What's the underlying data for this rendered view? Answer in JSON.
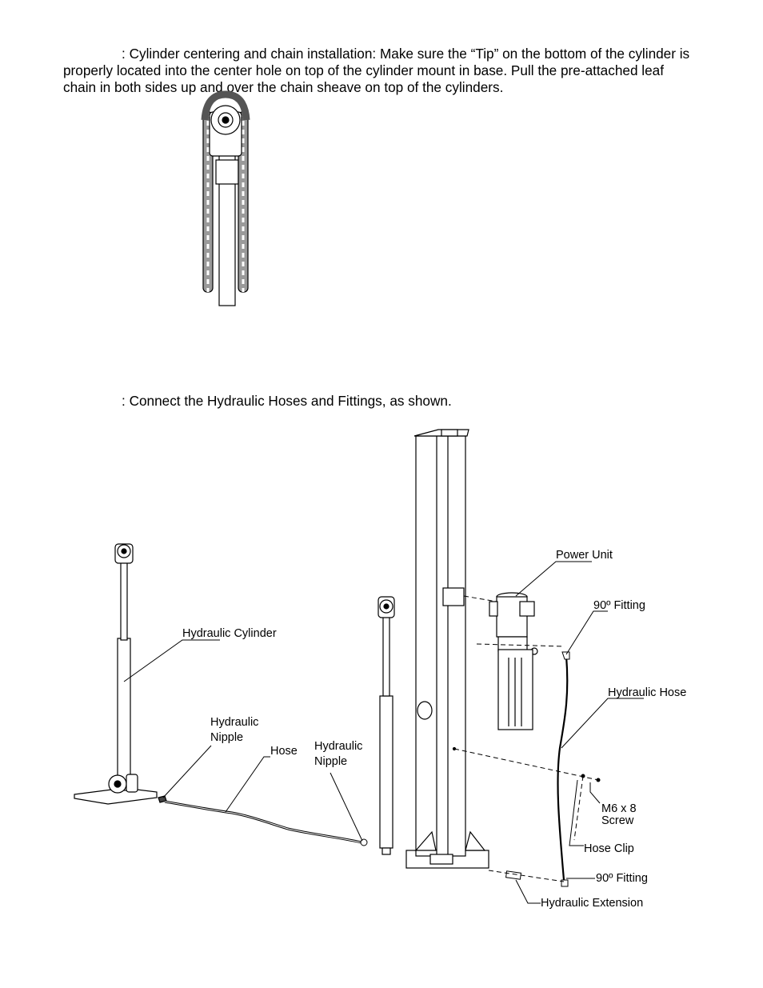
{
  "instructions": {
    "step1": "Cylinder centering and chain installation:  Make sure the “Tip” on the bottom of the cylinder is properly located into the center hole on top of the cylinder mount in base. Pull the pre-attached leaf chain in both sides up and over the chain sheave on top of the cylinders.",
    "step2": "Connect the Hydraulic Hoses and Fittings, as shown."
  },
  "labels": {
    "power_unit": "Power Unit",
    "fitting_top": "90º Fitting",
    "hydraulic_hose": "Hydraulic Hose",
    "screw_line1": "M6 x 8",
    "screw_line2": "Screw",
    "hose_clip": "Hose Clip",
    "fitting_bottom": "90º Fitting",
    "hydraulic_extension": "Hydraulic Extension",
    "hydraulic_cylinder": "Hydraulic Cylinder",
    "nipple_left_line1": "Hydraulic",
    "nipple_left_line2": "Nipple",
    "hose": "Hose",
    "nipple_right_line1": "Hydraulic",
    "nipple_right_line2": "Nipple"
  }
}
